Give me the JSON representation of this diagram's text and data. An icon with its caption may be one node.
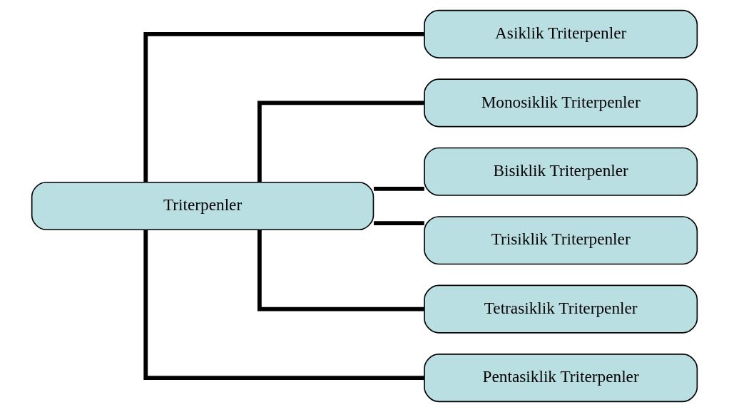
{
  "diagram": {
    "nodes": [
      {
        "text": [
          "Triterpenler"
        ]
      },
      {
        "text": [
          "Asiklik Triterpenler"
        ]
      },
      {
        "text": [
          "Monosiklik Triterpenler"
        ]
      },
      {
        "text": [
          "Bisiklik Triterpenler"
        ]
      },
      {
        "text": [
          "Trisiklik Triterpenler"
        ]
      },
      {
        "text": [
          "Tetrasiklik Triterpenler"
        ]
      },
      {
        "text": [
          "Pentasiklik Triterpenler"
        ]
      }
    ],
    "edges": [
      {
        "from": 0,
        "to": 1,
        "arrow": "none"
      },
      {
        "from": 0,
        "to": 2,
        "arrow": "none"
      },
      {
        "from": 0,
        "to": 3,
        "arrow": "none"
      },
      {
        "from": 0,
        "to": 4,
        "arrow": "none"
      },
      {
        "from": 0,
        "to": 5,
        "arrow": "none"
      },
      {
        "from": 0,
        "to": 6,
        "arrow": "none"
      }
    ]
  }
}
